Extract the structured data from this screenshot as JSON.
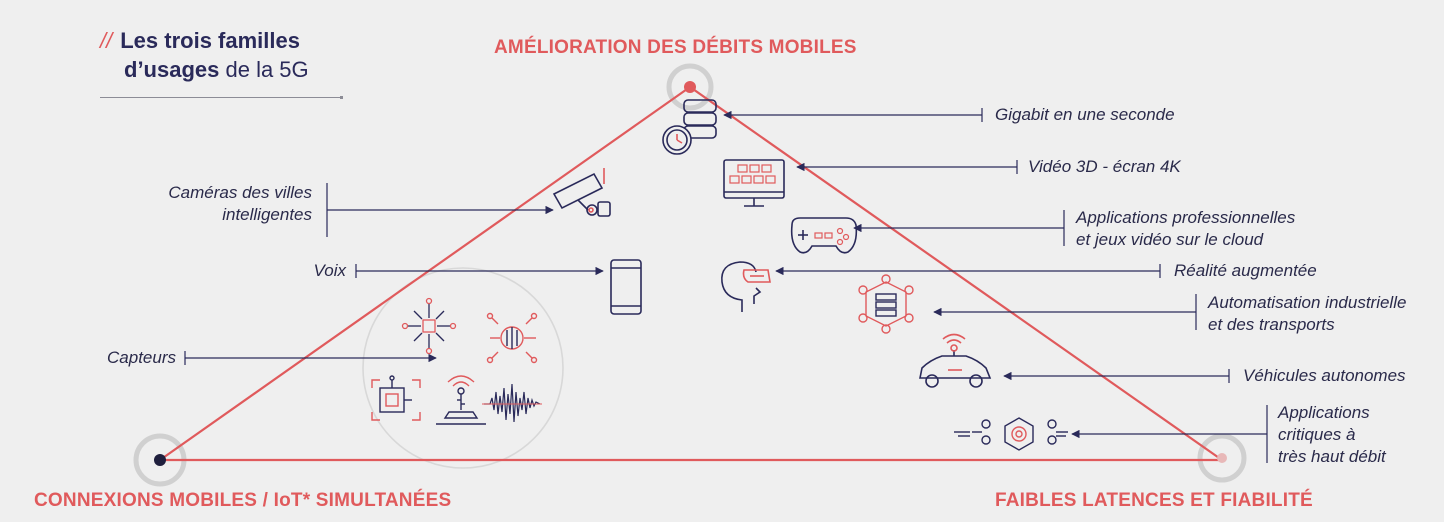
{
  "title": {
    "slashes": "//",
    "line1": "Les trois familles",
    "line2_bold": "d’usages",
    "line2_rest": " de la 5G"
  },
  "corners": {
    "top": "AMÉLIORATION DES DÉBITS MOBILES",
    "bottom_left": "CONNEXIONS MOBILES / IoT* SIMULTANÉES",
    "bottom_right": "FAIBLES LATENCES ET FIABILITÉ"
  },
  "labels_left": {
    "cameras": [
      "Caméras des villes",
      "intelligentes"
    ],
    "voix": "Voix",
    "capteurs": "Capteurs"
  },
  "labels_right": {
    "gigabit": "Gigabit en une seconde",
    "video": "Vidéo 3D - écran 4K",
    "applications": [
      "Applications professionnelles",
      "et jeux vidéo sur le cloud"
    ],
    "realite": "Réalité augmentée",
    "automatisation": [
      "Automatisation industrielle",
      "et des transports"
    ],
    "vehicules": "Véhicules autonomes",
    "critiques": [
      "Applications",
      "critiques à",
      "très haut débit"
    ]
  },
  "icons": [
    "server-clock-icon",
    "screen-grid-icon",
    "gamepad-icon",
    "ar-headset-icon",
    "network-server-icon",
    "autonomous-car-icon",
    "critical-network-icon",
    "security-camera-icon",
    "smartphone-icon",
    "chip-sensor-icon",
    "circle-sensor-icon",
    "square-chip-icon",
    "antenna-sensor-icon",
    "waveform-icon"
  ],
  "colors": {
    "background": "#efefef",
    "accent": "#e05a5c",
    "navy": "#2a2a5a",
    "halo": "#d2d2d2"
  }
}
